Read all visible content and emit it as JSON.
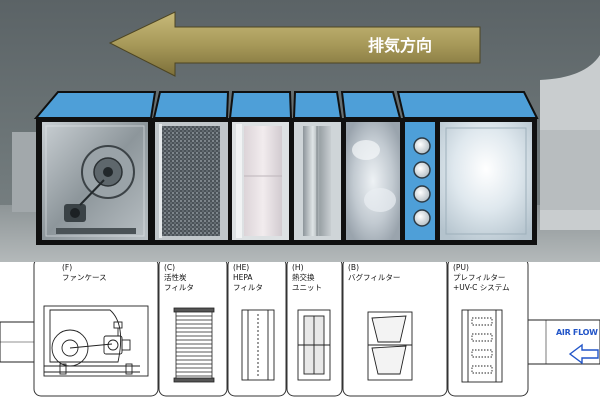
{
  "exhaust_label": "排気方向",
  "airflow_label": "AIR FLOW",
  "modules": [
    {
      "code": "(F)",
      "name": "ファンケース"
    },
    {
      "code": "(C)",
      "name": "活性炭\nフィルタ"
    },
    {
      "code": "(HE)",
      "name": "HEPA\nフィルタ"
    },
    {
      "code": "(H)",
      "name": "熱交換\nユニット"
    },
    {
      "code": "(B)",
      "name": "バグフィルター"
    },
    {
      "code": "(PU)",
      "name": "プレフィルター\n+UV-C システム"
    }
  ],
  "colors": {
    "arrow": "#a89a5a",
    "housing_top": "#4e9fd8",
    "housing_frame": "#101010",
    "gauge_panel": "#4e9fd8",
    "airflow": "#2255c8"
  }
}
